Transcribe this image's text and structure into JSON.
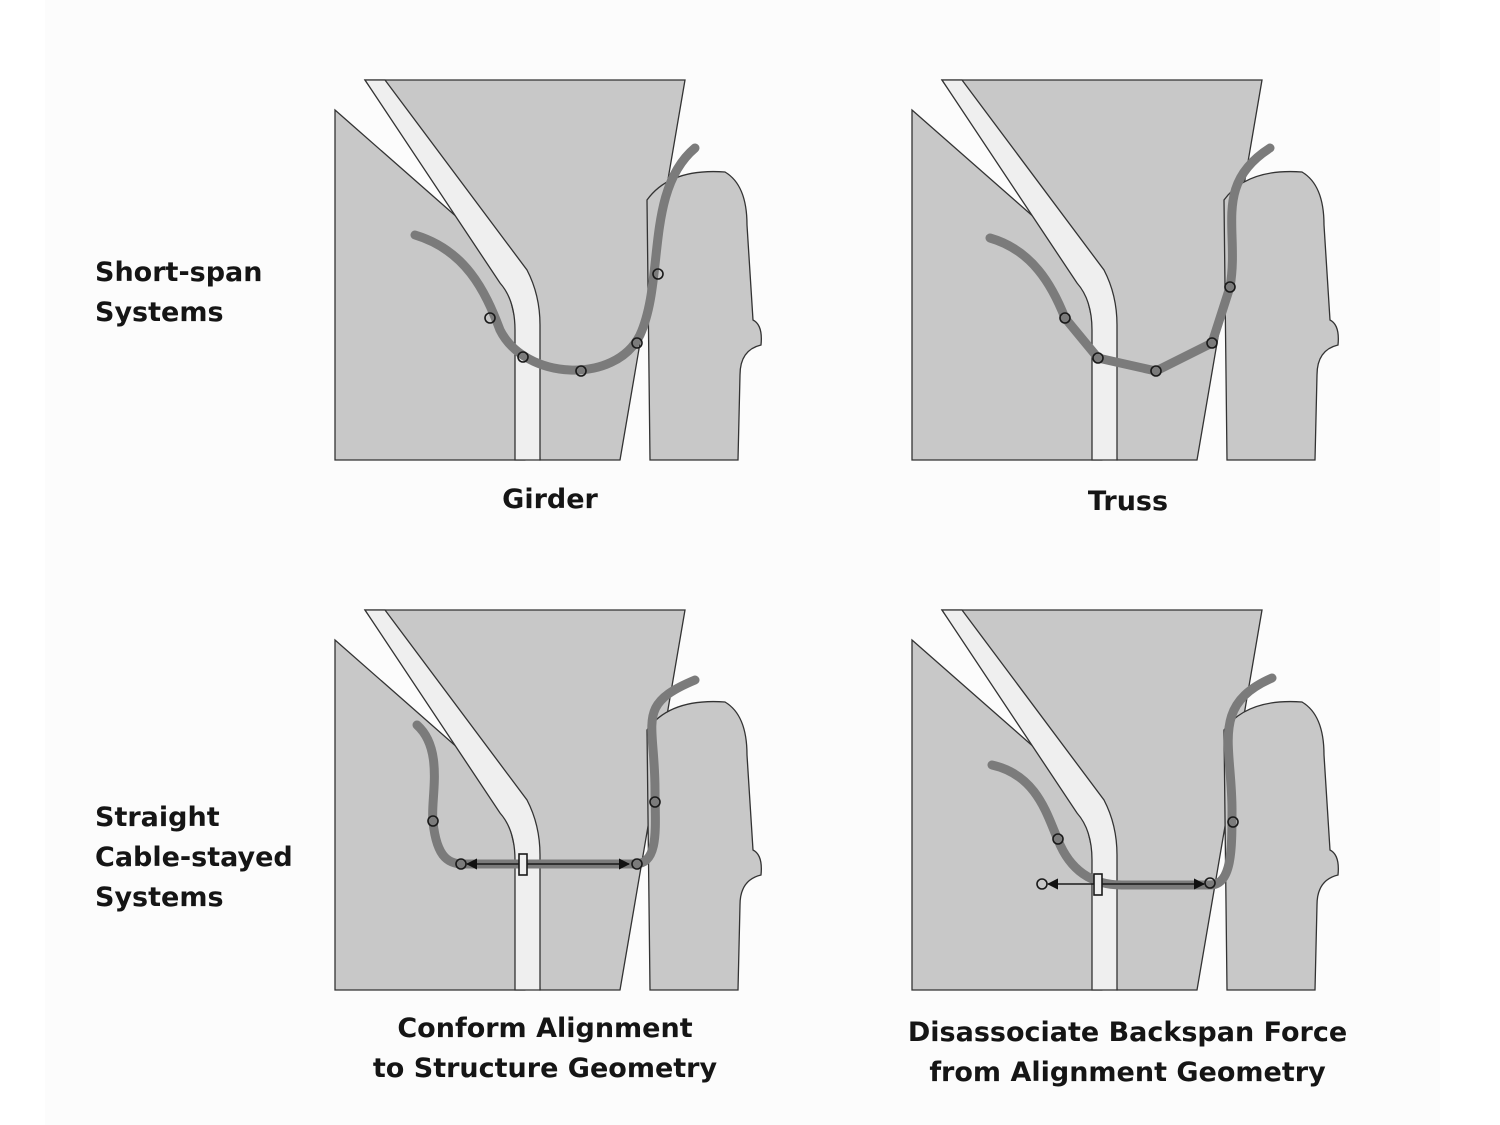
{
  "rows": [
    {
      "label": "Short-span\nSystems"
    },
    {
      "label": "Straight\nCable-stayed\nSystems"
    }
  ],
  "panels": [
    {
      "caption": "Girder"
    },
    {
      "caption": "Truss"
    },
    {
      "caption": "Conform Alignment\nto Structure Geometry"
    },
    {
      "caption": "Disassociate Backspan Force\nfrom Alignment Geometry"
    }
  ],
  "colors": {
    "rock": "#c8c8c8",
    "wall": "#efefef",
    "outline": "#333333",
    "alignment": "#7b7b7b",
    "background": "#fcfcfc"
  }
}
